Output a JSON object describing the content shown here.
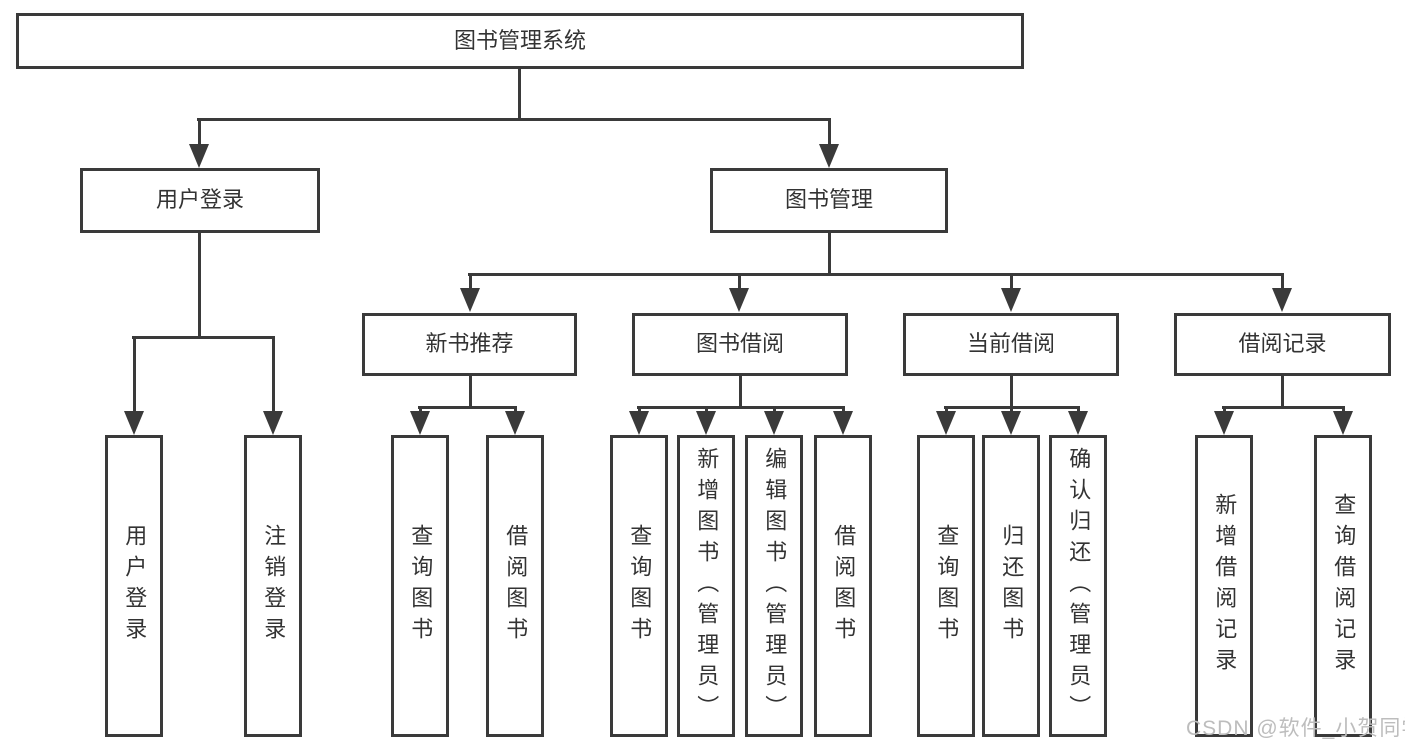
{
  "tree": {
    "root": "图书管理系统",
    "children": [
      {
        "label": "用户登录",
        "children": [
          "用户登录",
          "注销登录"
        ]
      },
      {
        "label": "图书管理",
        "children": [
          {
            "label": "新书推荐",
            "children": [
              "查询图书",
              "借阅图书"
            ]
          },
          {
            "label": "图书借阅",
            "children": [
              "查询图书",
              "新增图书（管理员）",
              "编辑图书（管理员）",
              "借阅图书"
            ]
          },
          {
            "label": "当前借阅",
            "children": [
              "查询图书",
              "归还图书",
              "确认归还（管理员）"
            ]
          },
          {
            "label": "借阅记录",
            "children": [
              "新增借阅记录",
              "查询借阅记录"
            ]
          }
        ]
      }
    ]
  },
  "watermark": {
    "text": "CSDN @软件_小贺同学"
  },
  "colors": {
    "line": "#3a3a3a",
    "box_border": "#3a3a3a",
    "text": "#333333",
    "watermark": "#bdbdbd",
    "background": "#ffffff"
  }
}
